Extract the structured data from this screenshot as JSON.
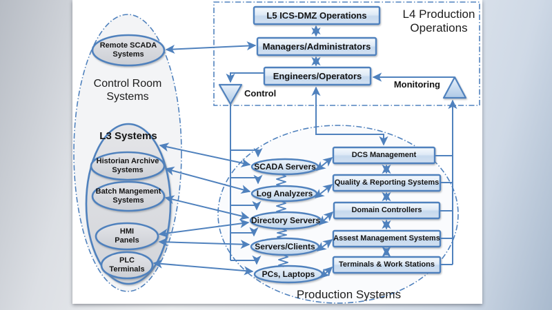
{
  "groups": {
    "l4_production_operations": "L4 Production\nOperations",
    "control_room_systems": "Control Room\nSystems",
    "l3_systems": "L3 Systems",
    "production_systems": "Production Systems"
  },
  "operations": {
    "l5_ics_dmz": "L5 ICS-DMZ Operations",
    "managers": "Managers/Administrators",
    "engineers": "Engineers/Operators",
    "control": "Control",
    "monitoring": "Monitoring"
  },
  "control_room": {
    "remote_scada": "Remote SCADA\nSystems",
    "historian": "Historian Archive\nSystems",
    "batch": "Batch Mangement\nSystems",
    "hmi": "HMI\nPanels",
    "plc": "PLC\nTerminals"
  },
  "production": {
    "servers": [
      "SCADA Servers",
      "Log Analyzers",
      "Directory Servers",
      "Servers/Clients",
      "PCs, Laptops"
    ],
    "systems": [
      "DCS Management",
      "Quality & Reporting Systems",
      "Domain Controllers",
      "Assest Management Systems",
      "Terminals & Work Stations"
    ]
  },
  "colors": {
    "accent": "#4f81bd",
    "node_fill_top": "#f2f7fc",
    "node_fill_bottom": "#c9dbef",
    "gray_fill": "#d5d7db",
    "text": "#141414"
  }
}
